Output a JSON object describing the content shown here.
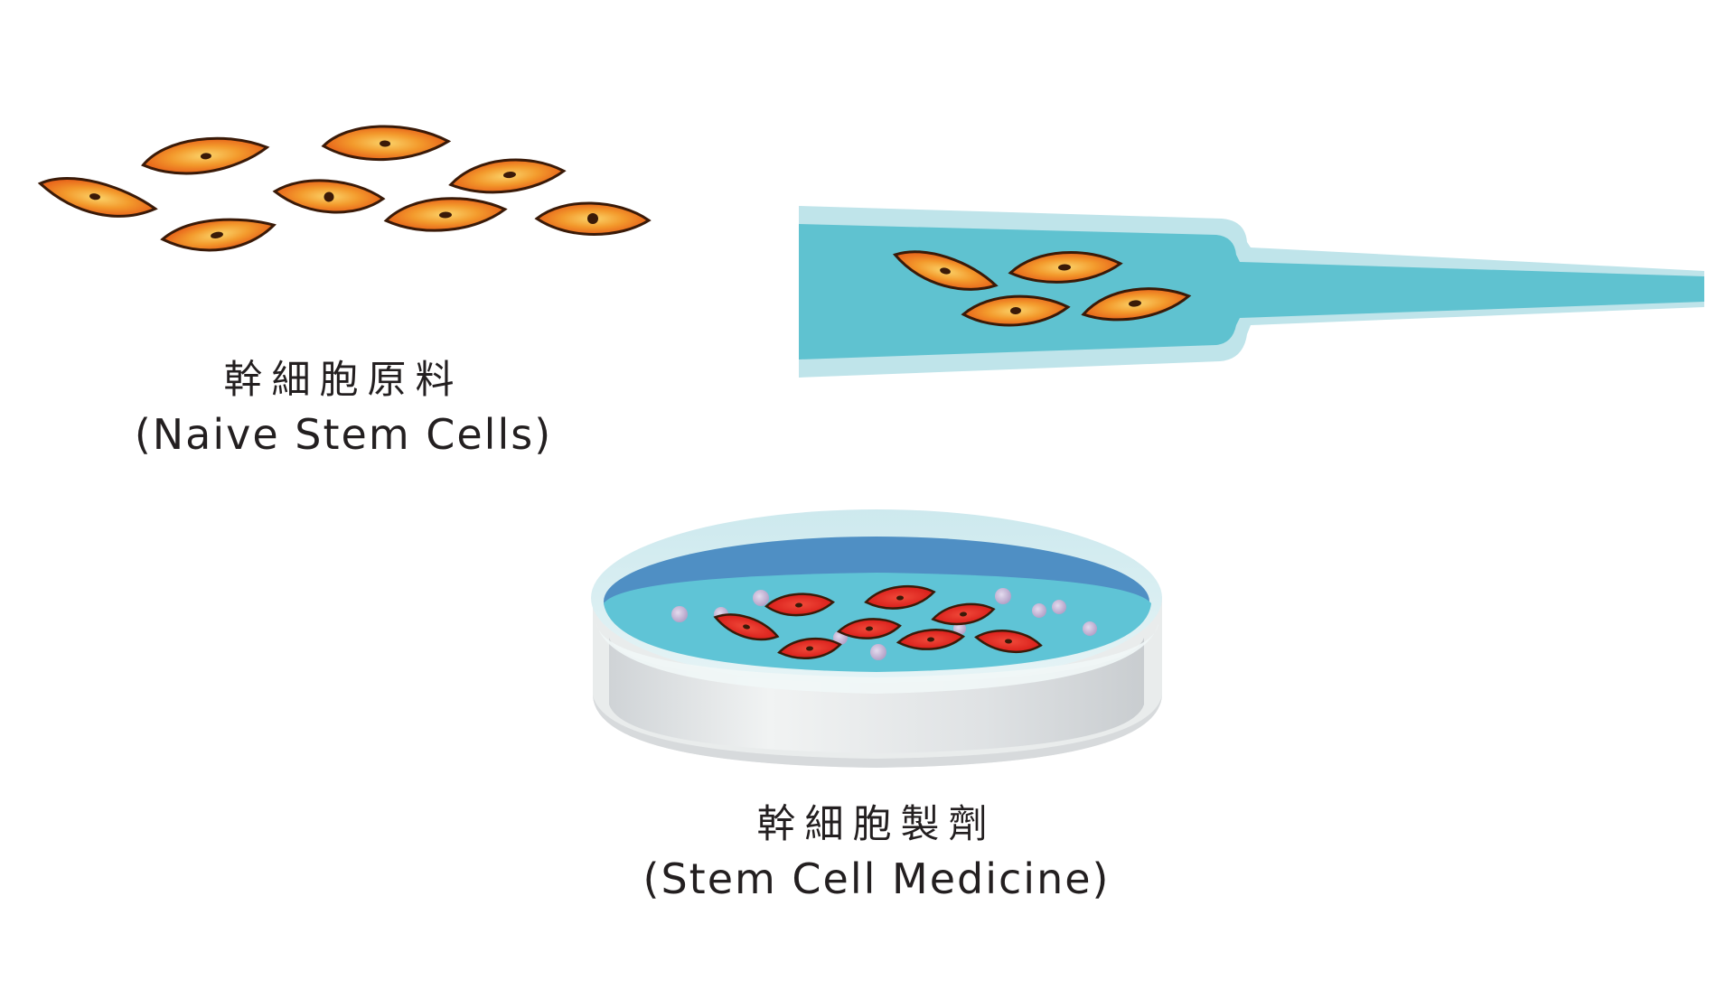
{
  "captions": {
    "raw_materials": {
      "zh": "幹細胞原料",
      "en": "(Naive Stem Cells)"
    },
    "medicine": {
      "zh": "幹細胞製劑",
      "en": "(Stem Cell Medicine)"
    }
  },
  "colors": {
    "naive_cell_fill": "#ef7d22",
    "naive_cell_glow": "#fbd36a",
    "medicine_cell_fill": "#e52620",
    "cell_outline": "#3a1a08",
    "pipette_outer": "#bfe4ea",
    "pipette_inner": "#5fc2d0",
    "dish_rim": "#d4edf1",
    "dish_medium_deep": "#4f8fc4",
    "dish_medium": "#5fc4d6",
    "dish_wall": "#e6e9ea",
    "bubble": "#c7b8d6",
    "text": "#231f20"
  },
  "icons": {
    "naive_cell": "spindle-cell-icon",
    "medicine_cell": "red-spindle-cell-icon",
    "pipette": "pipette-icon",
    "petri_dish": "petri-dish-icon"
  }
}
